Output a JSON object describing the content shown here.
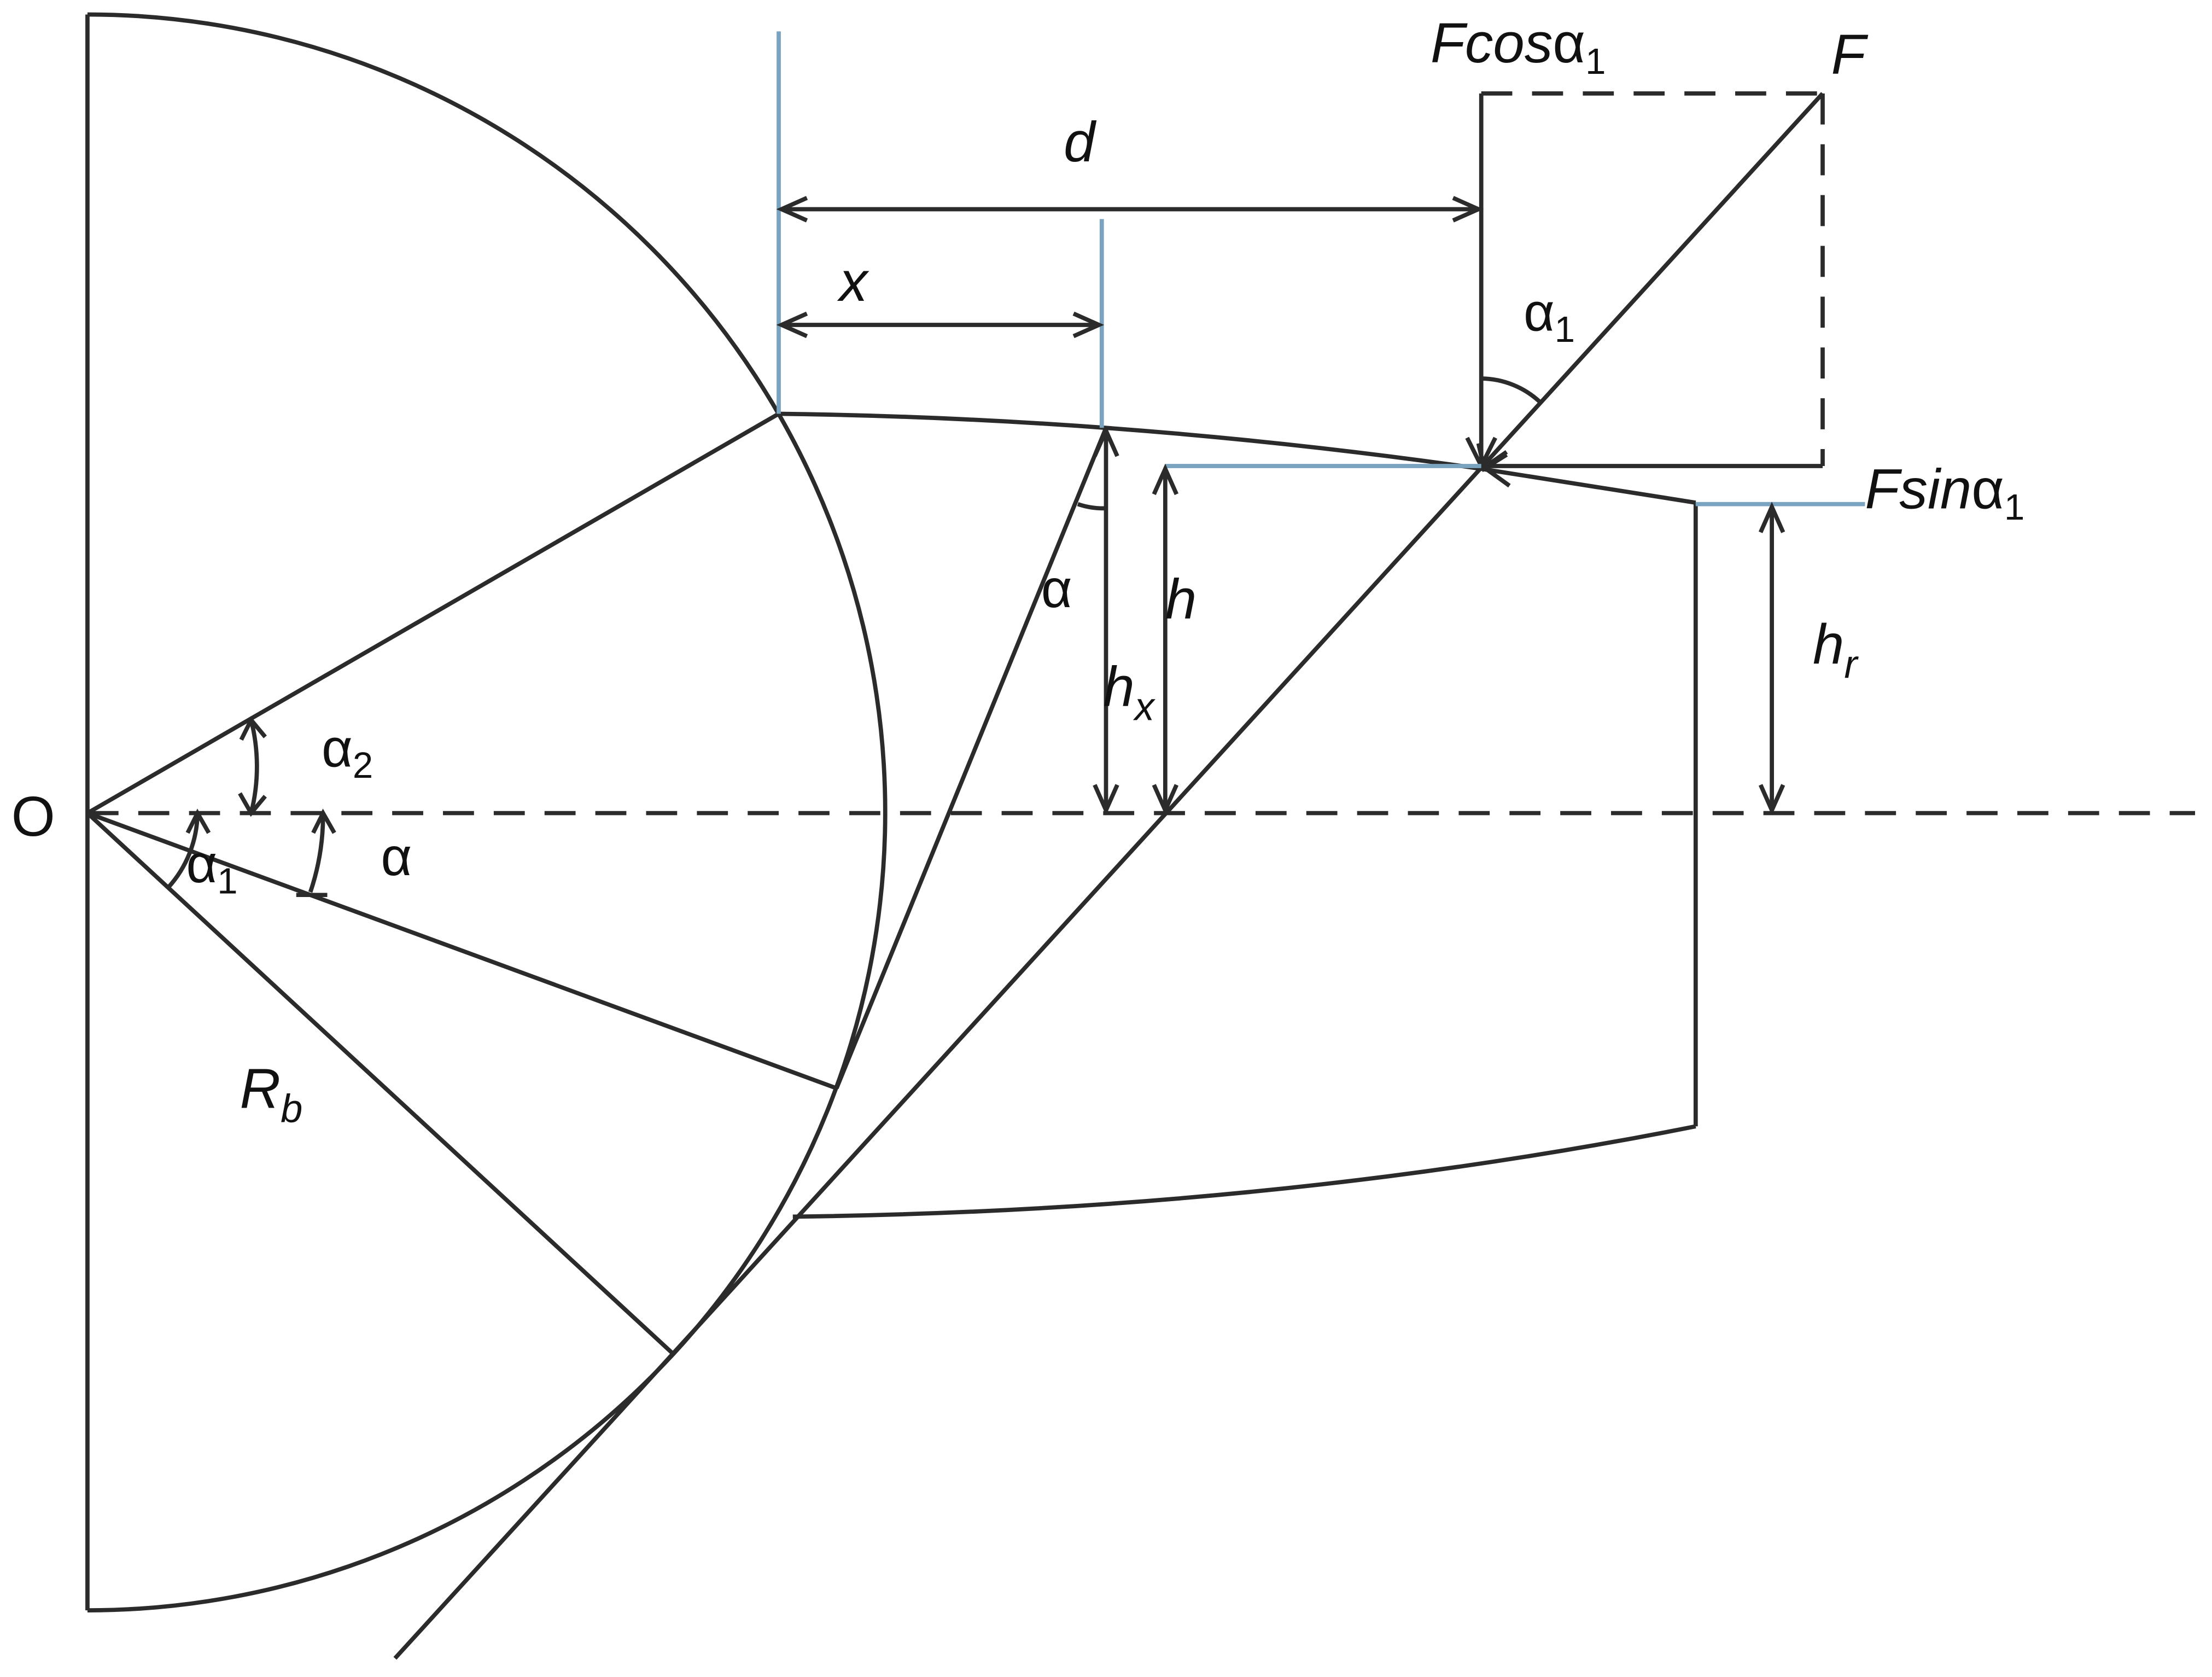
{
  "labels": {
    "origin": "O",
    "radius": "R",
    "radius_sub": "b",
    "force": "F",
    "fcos_main": "Fcos",
    "fcos_alpha": "α",
    "fcos_sub": "1",
    "fsin_main": "Fsin",
    "fsin_alpha": "α",
    "fsin_sub": "1",
    "d": "d",
    "x": "x",
    "h": "h",
    "hx_main": "h",
    "hx_sub": "x",
    "hr_main": "h",
    "hr_sub": "r",
    "alpha_force": "α",
    "alpha_force_sub": "1",
    "alpha_tooth": "α",
    "alpha2": "α",
    "alpha2_sub": "2",
    "alpha1_origin": "α",
    "alpha1_origin_sub": "1",
    "alpha_origin": "α"
  },
  "colors": {
    "line": "#2b2b2b",
    "dimension": "#7aa3bf",
    "text": "#111111",
    "background": "#ffffff"
  }
}
